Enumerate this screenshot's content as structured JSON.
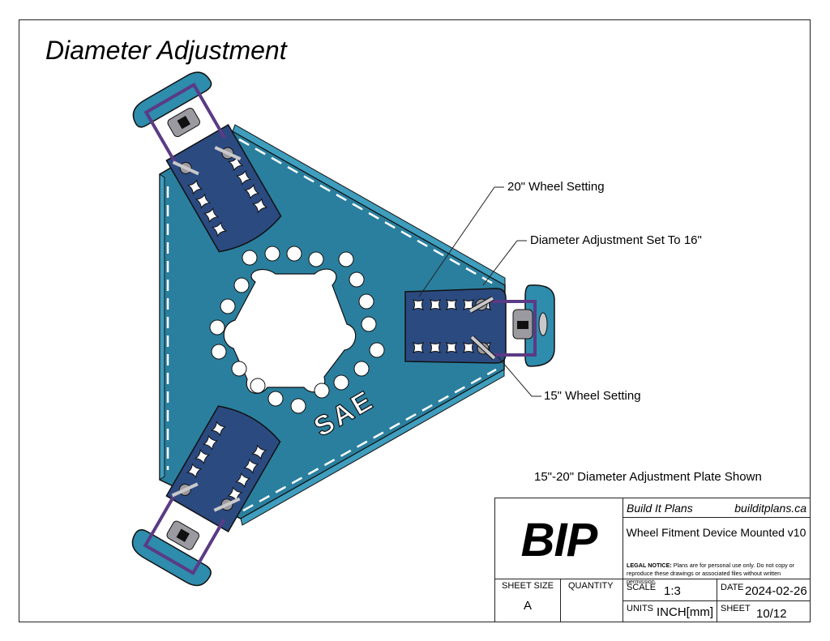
{
  "title": "Diameter Adjustment",
  "callouts": {
    "wheel20": "20\" Wheel Setting",
    "set16": "Diameter Adjustment Set To 16\"",
    "wheel15": "15\" Wheel Setting",
    "plate_shown": "15\"-20\" Diameter Adjustment Plate Shown"
  },
  "plate_marking": "SAE",
  "colors": {
    "plate": "#2a7f9e",
    "arm": "#2b4a80",
    "tab": "#2e8cad",
    "strap": "#5b3a86",
    "hardware": "#9a9aa0",
    "outline": "#111111"
  },
  "title_block": {
    "logo": "BIP",
    "company": "Build It Plans",
    "website": "builditplans.ca",
    "drawing_title": "Wheel Fitment Device Mounted v10",
    "legal_label": "LEGAL NOTICE:",
    "legal_text": "Plans are for personal use only. Do not copy or reproduce these drawings or associated files without written permission.",
    "sheet_size_label": "SHEET SIZE",
    "sheet_size": "A",
    "quantity_label": "QUANTITY",
    "quantity": "",
    "scale_label": "SCALE",
    "scale": "1:3",
    "date_label": "DATE",
    "date": "2024-02-26",
    "units_label": "UNITS",
    "units": "INCH[mm]",
    "sheet_label": "SHEET",
    "sheet": "10/12"
  }
}
